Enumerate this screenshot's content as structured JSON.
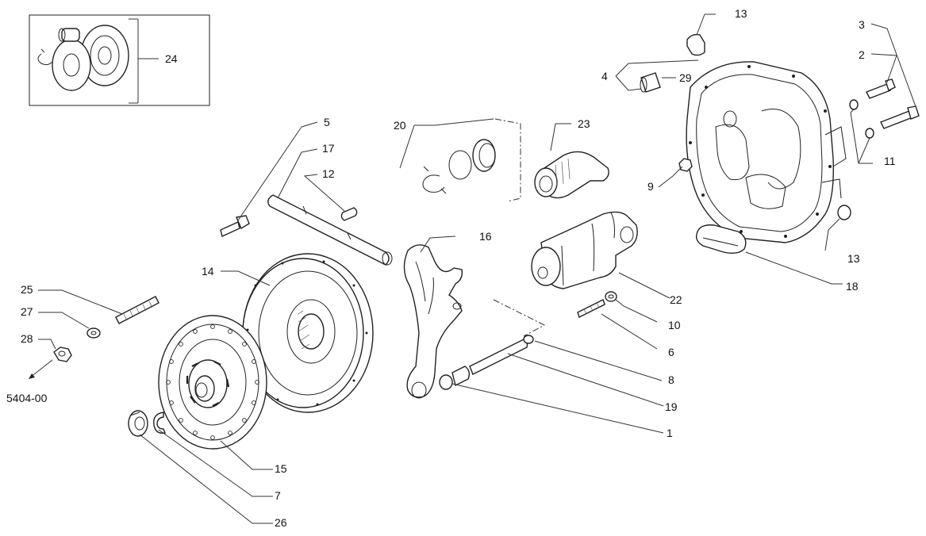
{
  "callouts": {
    "c1": "1",
    "c2": "2",
    "c3": "3",
    "c4": "4",
    "c5": "5",
    "c6": "6",
    "c7": "7",
    "c8": "8",
    "c9": "9",
    "c10": "10",
    "c11": "11",
    "c12": "12",
    "c13a": "13",
    "c13b": "13",
    "c14": "14",
    "c15": "15",
    "c16": "16",
    "c17": "17",
    "c18": "18",
    "c19": "19",
    "c20": "20",
    "c22": "22",
    "c23": "23",
    "c24": "24",
    "c25": "25",
    "c26": "26",
    "c27": "27",
    "c28": "28",
    "c29": "29"
  },
  "reference": "5404-00"
}
